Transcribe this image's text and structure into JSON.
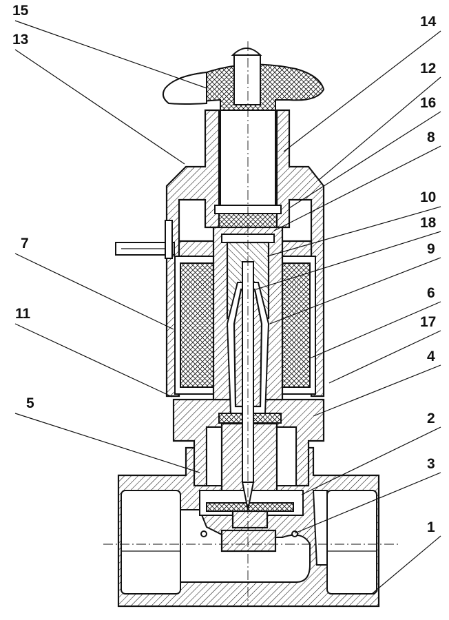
{
  "callouts": [
    "15",
    "13",
    "14",
    "12",
    "16",
    "8",
    "10",
    "18",
    "7",
    "9",
    "6",
    "11",
    "17",
    "4",
    "5",
    "2",
    "3",
    "1"
  ],
  "colors": {
    "line": "#111111",
    "background": "#ffffff"
  }
}
